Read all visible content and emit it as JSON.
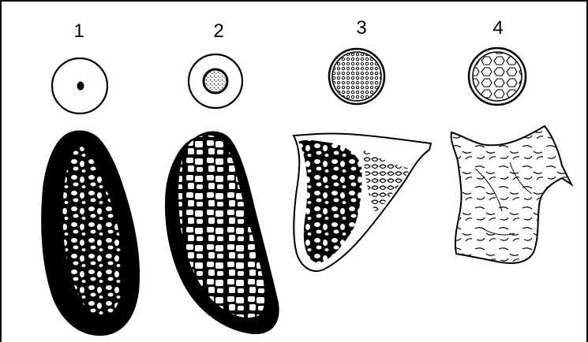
{
  "figure": {
    "stages": [
      {
        "label": "1"
      },
      {
        "label": "2"
      },
      {
        "label": "3"
      },
      {
        "label": "4"
      }
    ]
  }
}
